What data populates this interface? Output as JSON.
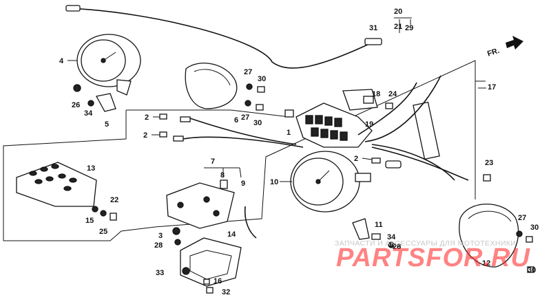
{
  "diagram": {
    "labels": [
      "1",
      "2",
      "3",
      "4",
      "5",
      "6",
      "7",
      "8",
      "9",
      "10",
      "11",
      "12",
      "13",
      "14",
      "15",
      "16",
      "17",
      "18",
      "19",
      "20",
      "21",
      "22",
      "23",
      "24",
      "25",
      "26",
      "27",
      "28",
      "29",
      "30",
      "31",
      "32",
      "33",
      "34"
    ],
    "direction_marker": "FR."
  },
  "watermark": {
    "line1": "ЗАПЧАСТИ И АКСЕССУАРЫ ДЛЯ МОТОТЕХНИКИ",
    "line2": "PARTSFOR.RU"
  }
}
